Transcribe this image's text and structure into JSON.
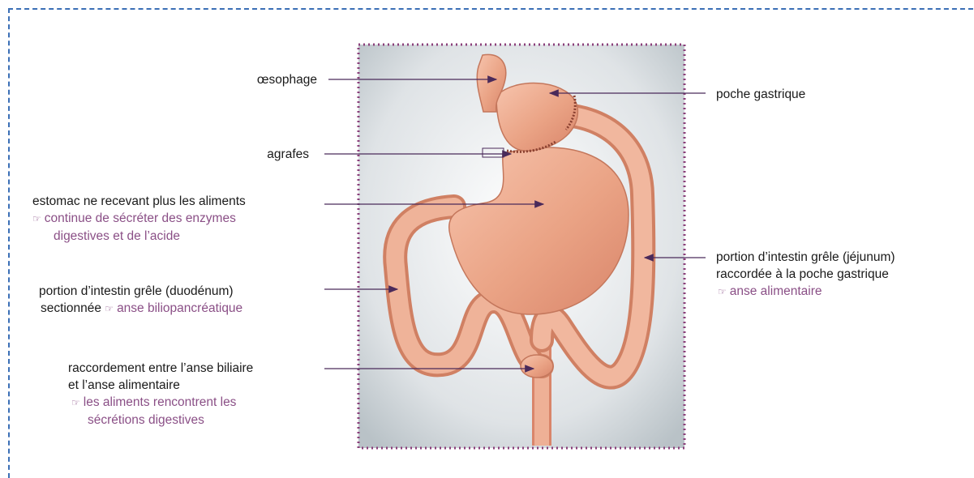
{
  "labels": {
    "oesophage": "œsophage",
    "agrafes": "agrafes",
    "estomac": "estomac ne recevant plus les aliments",
    "estomac_note_1": "continue de sécréter des enzymes",
    "estomac_note_2": "digestives et de l’acide",
    "duodenum_1": "portion d’intestin grêle (duodénum)",
    "duodenum_2": "sectionnée",
    "duodenum_note": "anse biliopancréatique",
    "raccord_1": "raccordement entre l’anse biliaire",
    "raccord_2": "et l’anse alimentaire",
    "raccord_note_1": "les aliments rencontrent les",
    "raccord_note_2": "sécrétions digestives",
    "poche": "poche gastrique",
    "jejunum_1": "portion d’intestin grêle (jéjunum)",
    "jejunum_2": "raccordée à la poche gastrique",
    "jejunum_note": "anse alimentaire"
  },
  "icons": {
    "pointer": "☞"
  },
  "colors": {
    "frame_border": "#3b6fb6",
    "note_text": "#8a4f86",
    "arrow": "#4a2a5a",
    "organ": "#e9a184",
    "panel_border": "#8a3f7a"
  }
}
